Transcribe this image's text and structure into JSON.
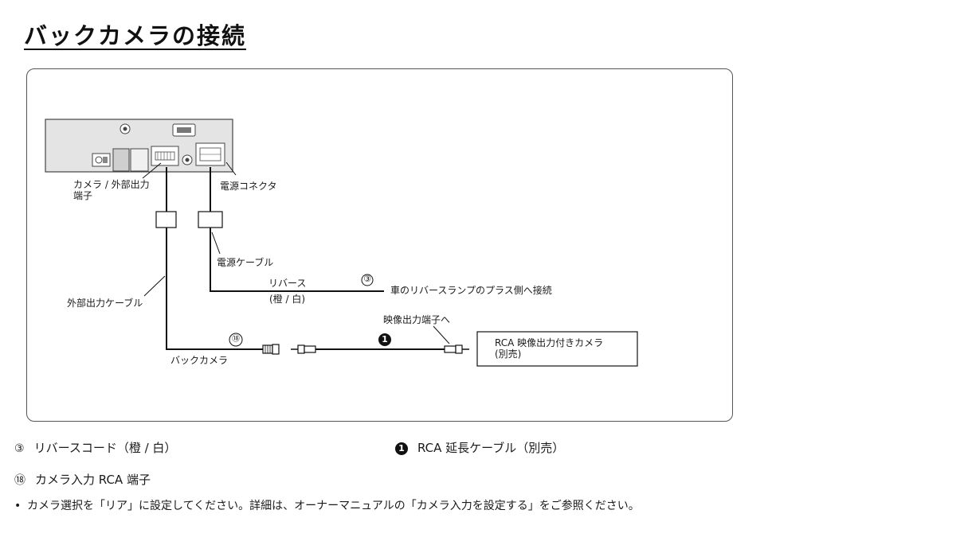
{
  "page": {
    "title": "バックカメラの接続"
  },
  "diagram": {
    "labels": {
      "camera_terminal_line1": "カメラ / 外部出力",
      "camera_terminal_line2": "端子",
      "power_connector": "電源コネクタ",
      "power_cable": "電源ケーブル",
      "reverse": "リバース",
      "reverse_color": "(橙 / 白)",
      "reverse_lamp": "車のリバースランプのプラス側へ接続",
      "ext_output_cable": "外部出力ケーブル",
      "back_camera": "バックカメラ",
      "to_video_output": "映像出力端子へ",
      "rca_camera_line1": "RCA 映像出力付きカメラ",
      "rca_camera_line2": "(別売)"
    },
    "callouts": {
      "reverse_num": "③",
      "camera_input_num": "⑱",
      "rca_ext_num": "1"
    }
  },
  "legend": {
    "items": [
      {
        "num": "③",
        "text": "リバースコード（橙 / 白）"
      },
      {
        "num": "1",
        "text": "RCA 延長ケーブル（別売）"
      },
      {
        "num": "⑱",
        "text": "カメラ入力 RCA 端子"
      }
    ]
  },
  "note": {
    "bullet": "•",
    "text": "カメラ選択を「リア」に設定してください。詳細は、オーナーマニュアルの「カメラ入力を設定する」をご参照ください。"
  }
}
